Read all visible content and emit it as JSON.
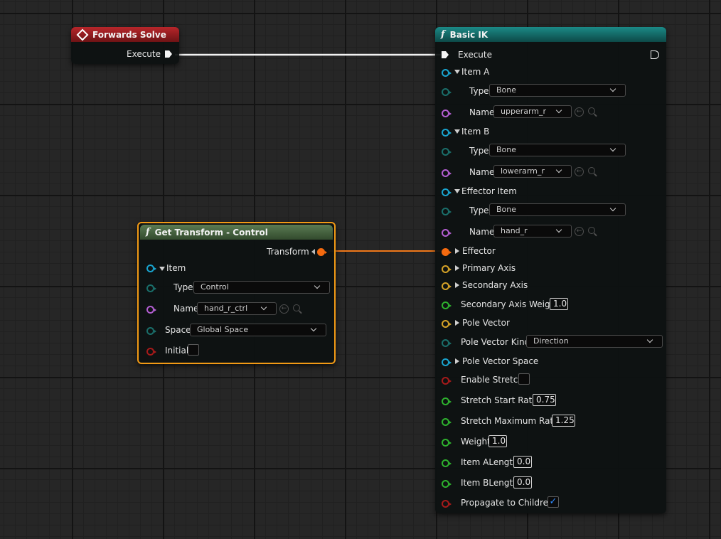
{
  "wires": {
    "exec_color": "#f2f2f2",
    "transform_color": "#f0781a"
  },
  "forwards_solve": {
    "title": "Forwards Solve",
    "execute_label": "Execute",
    "icon": "event-diamond-icon"
  },
  "get_transform": {
    "title": "Get Transform - Control",
    "function_icon": "f",
    "transform_label": "Transform",
    "item_label": "Item",
    "type_label": "Type",
    "type_value": "Control",
    "name_label": "Name",
    "name_value": "hand_r_ctrl",
    "space_label": "Space",
    "space_value": "Global Space",
    "initial_label": "Initial"
  },
  "basic_ik": {
    "title": "Basic IK",
    "function_icon": "f",
    "execute_label": "Execute",
    "item_a": {
      "label": "Item A",
      "type_label": "Type",
      "type_value": "Bone",
      "name_label": "Name",
      "name_value": "upperarm_r"
    },
    "item_b": {
      "label": "Item B",
      "type_label": "Type",
      "type_value": "Bone",
      "name_label": "Name",
      "name_value": "lowerarm_r"
    },
    "effector_item": {
      "label": "Effector Item",
      "type_label": "Type",
      "type_value": "Bone",
      "name_label": "Name",
      "name_value": "hand_r"
    },
    "effector_label": "Effector",
    "primary_axis_label": "Primary Axis",
    "secondary_axis_label": "Secondary Axis",
    "secondary_axis_weight_label": "Secondary Axis Weight",
    "secondary_axis_weight_value": "1.0",
    "pole_vector_label": "Pole Vector",
    "pole_vector_kind_label": "Pole Vector Kind",
    "pole_vector_kind_value": "Direction",
    "pole_vector_space_label": "Pole Vector Space",
    "enable_stretch_label": "Enable Stretch",
    "stretch_start_ratio_label": "Stretch Start Ratio",
    "stretch_start_ratio_value": "0.75",
    "stretch_maximum_ratio_label": "Stretch Maximum Ratio",
    "stretch_maximum_ratio_value": "1.25",
    "weight_label": "Weight",
    "weight_value": "1.0",
    "item_a_length_label": "Item ALength",
    "item_a_length_value": "0.0",
    "item_b_length_label": "Item BLength",
    "item_b_length_value": "0.0",
    "propagate_label": "Propagate to Children",
    "propagate_checked": "✓"
  }
}
